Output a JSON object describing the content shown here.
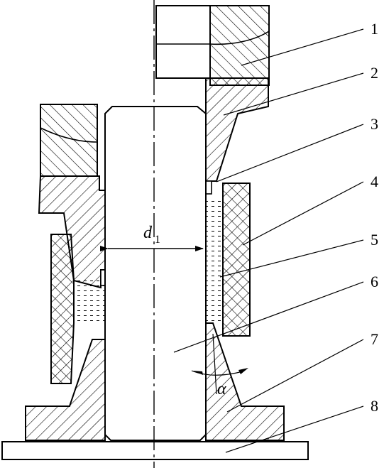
{
  "labels": [
    "1",
    "2",
    "3",
    "4",
    "5",
    "6",
    "7",
    "8"
  ],
  "dimension": {
    "symbol": "d",
    "subscript": "1"
  },
  "angle": {
    "symbol": "α"
  },
  "colors": {
    "line": "#000000",
    "background": "#ffffff",
    "fluid": "#000000"
  }
}
